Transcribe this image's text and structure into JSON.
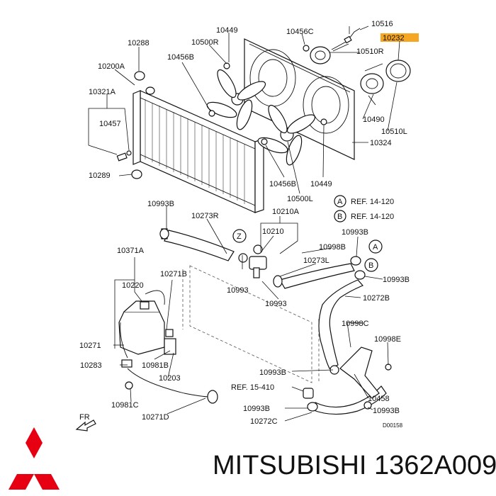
{
  "brand": {
    "name": "MITSUBISHI",
    "part_number": "1362A009",
    "logo_color": "#e60012"
  },
  "diagram": {
    "highlight_color": "#f5a623",
    "labels": [
      {
        "id": "l10516",
        "text": "10516"
      },
      {
        "id": "l10232",
        "text": "10232"
      },
      {
        "id": "l10510R",
        "text": "10510R"
      },
      {
        "id": "l10449a",
        "text": "10449"
      },
      {
        "id": "l10456C",
        "text": "10456C"
      },
      {
        "id": "l10288",
        "text": "10288"
      },
      {
        "id": "l10500R",
        "text": "10500R"
      },
      {
        "id": "l10456Ba",
        "text": "10456B"
      },
      {
        "id": "l10200A",
        "text": "10200A"
      },
      {
        "id": "l10321A",
        "text": "10321A"
      },
      {
        "id": "l10457",
        "text": "10457"
      },
      {
        "id": "l10289",
        "text": "10289"
      },
      {
        "id": "l10490",
        "text": "10490"
      },
      {
        "id": "l10510L",
        "text": "10510L"
      },
      {
        "id": "l10324",
        "text": "10324"
      },
      {
        "id": "l10456Bb",
        "text": "10456B"
      },
      {
        "id": "l10449b",
        "text": "10449"
      },
      {
        "id": "l10500L",
        "text": "10500L"
      },
      {
        "id": "l10993Ba",
        "text": "10993B"
      },
      {
        "id": "l10273R",
        "text": "10273R"
      },
      {
        "id": "l10210A",
        "text": "10210A"
      },
      {
        "id": "l10210",
        "text": "10210"
      },
      {
        "id": "l10993Bb",
        "text": "10993B"
      },
      {
        "id": "l10998B",
        "text": "10998B"
      },
      {
        "id": "l10273L",
        "text": "10273L"
      },
      {
        "id": "l10371A",
        "text": "10371A"
      },
      {
        "id": "l10271B",
        "text": "10271B"
      },
      {
        "id": "l10220",
        "text": "10220"
      },
      {
        "id": "l10993a",
        "text": "10993"
      },
      {
        "id": "l10993b",
        "text": "10993"
      },
      {
        "id": "l10993Bc",
        "text": "10993B"
      },
      {
        "id": "l10272B",
        "text": "10272B"
      },
      {
        "id": "l10998C",
        "text": "10998C"
      },
      {
        "id": "l10998E",
        "text": "10998E"
      },
      {
        "id": "l10271",
        "text": "10271"
      },
      {
        "id": "l10981B",
        "text": "10981B"
      },
      {
        "id": "l10283",
        "text": "10283"
      },
      {
        "id": "l10203",
        "text": "10203"
      },
      {
        "id": "l10993Bd",
        "text": "10993B"
      },
      {
        "id": "lref15",
        "text": "REF. 15-410"
      },
      {
        "id": "l10458",
        "text": "10458"
      },
      {
        "id": "l10981C",
        "text": "10981C"
      },
      {
        "id": "l10271D",
        "text": "10271D"
      },
      {
        "id": "l10993Be",
        "text": "10993B"
      },
      {
        "id": "l10993Bf",
        "text": "10993B"
      },
      {
        "id": "l10272C",
        "text": "10272C"
      },
      {
        "id": "lcode",
        "text": "D00158"
      },
      {
        "id": "lFR",
        "text": "FR"
      }
    ],
    "refs": [
      {
        "circle": "A",
        "text": "REF. 14-120"
      },
      {
        "circle": "B",
        "text": "REF. 14-120"
      }
    ],
    "callouts": [
      "Z",
      "Z",
      "A",
      "B"
    ]
  }
}
